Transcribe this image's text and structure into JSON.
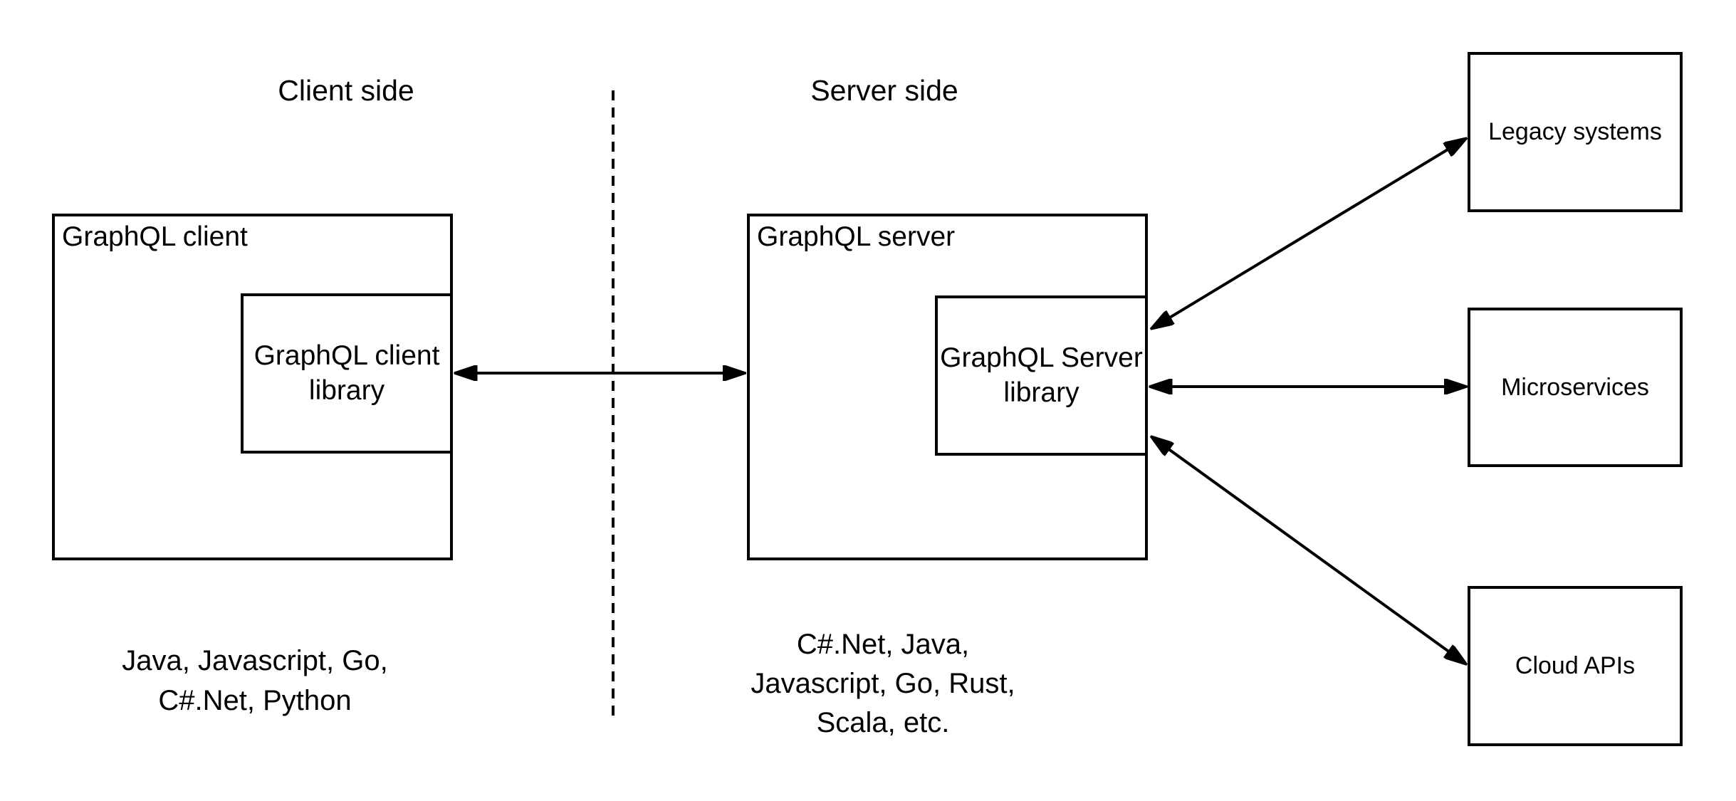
{
  "headings": {
    "client": "Client side",
    "server": "Server side"
  },
  "client": {
    "box_label": "GraphQL client",
    "library_label": "GraphQL client library",
    "languages": {
      "line1": "Java, Javascript, Go,",
      "line2": "C#.Net, Python"
    }
  },
  "server": {
    "box_label": "GraphQL server",
    "library_label": "GraphQL Server library",
    "languages": {
      "line1": "C#.Net, Java,",
      "line2": "Javascript, Go, Rust,",
      "line3": "Scala, etc."
    }
  },
  "backends": [
    {
      "label": "Legacy systems"
    },
    {
      "label": "Microservices"
    },
    {
      "label": "Cloud APIs"
    }
  ],
  "colors": {
    "stroke": "#000000",
    "background": "#ffffff",
    "text": "#000000"
  }
}
